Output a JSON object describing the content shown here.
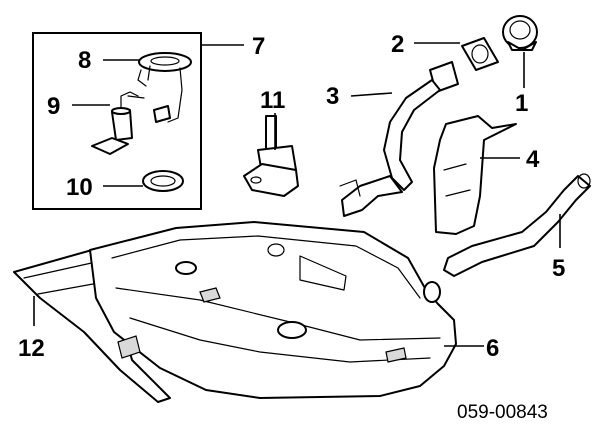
{
  "callouts": {
    "c1": "1",
    "c2": "2",
    "c3": "3",
    "c4": "4",
    "c5": "5",
    "c6": "6",
    "c7": "7",
    "c8": "8",
    "c9": "9",
    "c10": "10",
    "c11": "11",
    "c12": "12"
  },
  "diagram_code": "059-00843"
}
